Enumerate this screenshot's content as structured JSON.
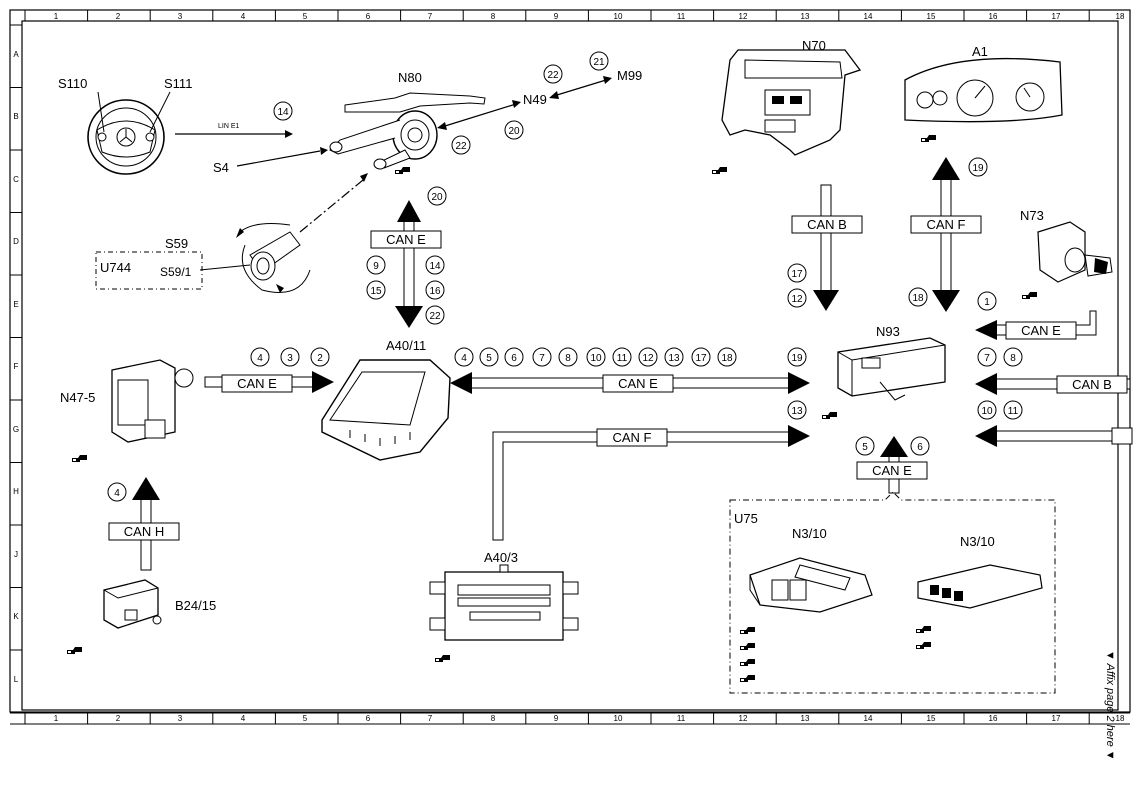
{
  "grid": {
    "columns": [
      "1",
      "2",
      "3",
      "4",
      "5",
      "6",
      "7",
      "8",
      "9",
      "10",
      "11",
      "12",
      "13",
      "14",
      "15",
      "16",
      "17",
      "18"
    ],
    "rows": [
      "A",
      "B",
      "C",
      "D",
      "E",
      "F",
      "G",
      "H",
      "J",
      "K",
      "L"
    ]
  },
  "components": {
    "s110": "S110",
    "s111": "S111",
    "n80": "N80",
    "s4": "S4",
    "n49": "N49",
    "m99": "M99",
    "s59": "S59",
    "u744": "U744",
    "s59_1": "S59/1",
    "n70": "N70",
    "a1": "A1",
    "n73": "N73",
    "n93": "N93",
    "n47_5": "N47-5",
    "a40_11": "A40/11",
    "a40_3": "A40/3",
    "b24_15": "B24/15",
    "u75": "U75",
    "n3_10_a": "N3/10",
    "n3_10_b": "N3/10"
  },
  "bus_labels": {
    "lin": "LIN E1",
    "can_e_center": "CAN E",
    "can_b_n70": "CAN B",
    "can_f_a1": "CAN F",
    "can_e_n73": "CAN E",
    "can_e_n47": "CAN E",
    "can_e_main": "CAN E",
    "can_b_right": "CAN B",
    "can_f_a40_3": "CAN F",
    "can_e_u75": "CAN E",
    "can_h": "CAN H"
  },
  "connection_numbers": {
    "c14_lin": "14",
    "c21": "21",
    "c22_m99": "22",
    "c20_n49": "20",
    "c22_n80": "22",
    "c20_n80": "20",
    "c9": "9",
    "c14_ce": "14",
    "c15": "15",
    "c16": "16",
    "c22_ce": "22",
    "c17": "17",
    "c12": "12",
    "c19_a1": "19",
    "c18_a1": "18",
    "c1": "1",
    "c4_n47": "4",
    "c3": "3",
    "c2": "2",
    "main": [
      "4",
      "5",
      "6",
      "7",
      "8",
      "10",
      "11",
      "12",
      "13",
      "17",
      "18"
    ],
    "c19_n93": "19",
    "c13": "13",
    "c7": "7",
    "c8": "8",
    "c10": "10",
    "c11": "11",
    "c5": "5",
    "c6": "6",
    "c4_canh": "4"
  },
  "side_note": "▼ Affix page 2 here ▼"
}
